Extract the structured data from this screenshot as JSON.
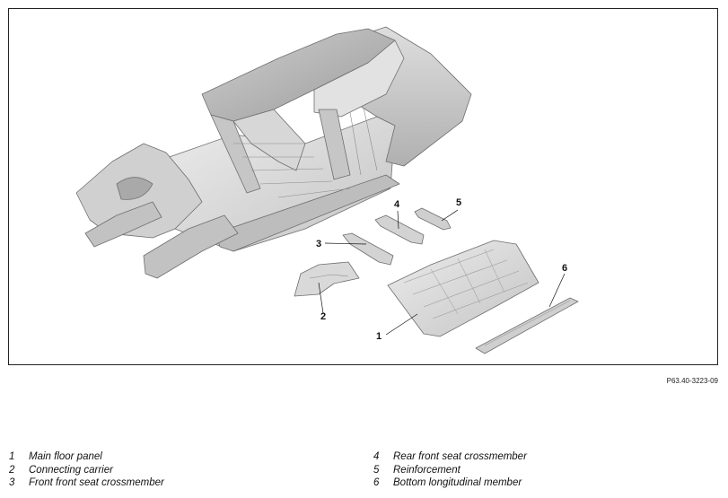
{
  "figure": {
    "code": "P63.40-3223-09",
    "callouts": [
      "1",
      "2",
      "3",
      "4",
      "5",
      "6"
    ]
  },
  "legend": {
    "left": [
      {
        "num": "1",
        "label": "Main floor panel"
      },
      {
        "num": "2",
        "label": "Connecting carrier"
      },
      {
        "num": "3",
        "label": "Front front seat crossmember"
      }
    ],
    "right": [
      {
        "num": "4",
        "label": "Rear front seat crossmember"
      },
      {
        "num": "5",
        "label": "Reinforcement"
      },
      {
        "num": "6",
        "label": "Bottom longitudinal member"
      }
    ]
  },
  "colors": {
    "metal_light": "#e6e6e6",
    "metal_mid": "#c9c9c9",
    "metal_dark": "#9a9a9a",
    "outline": "#6e6e6e"
  }
}
